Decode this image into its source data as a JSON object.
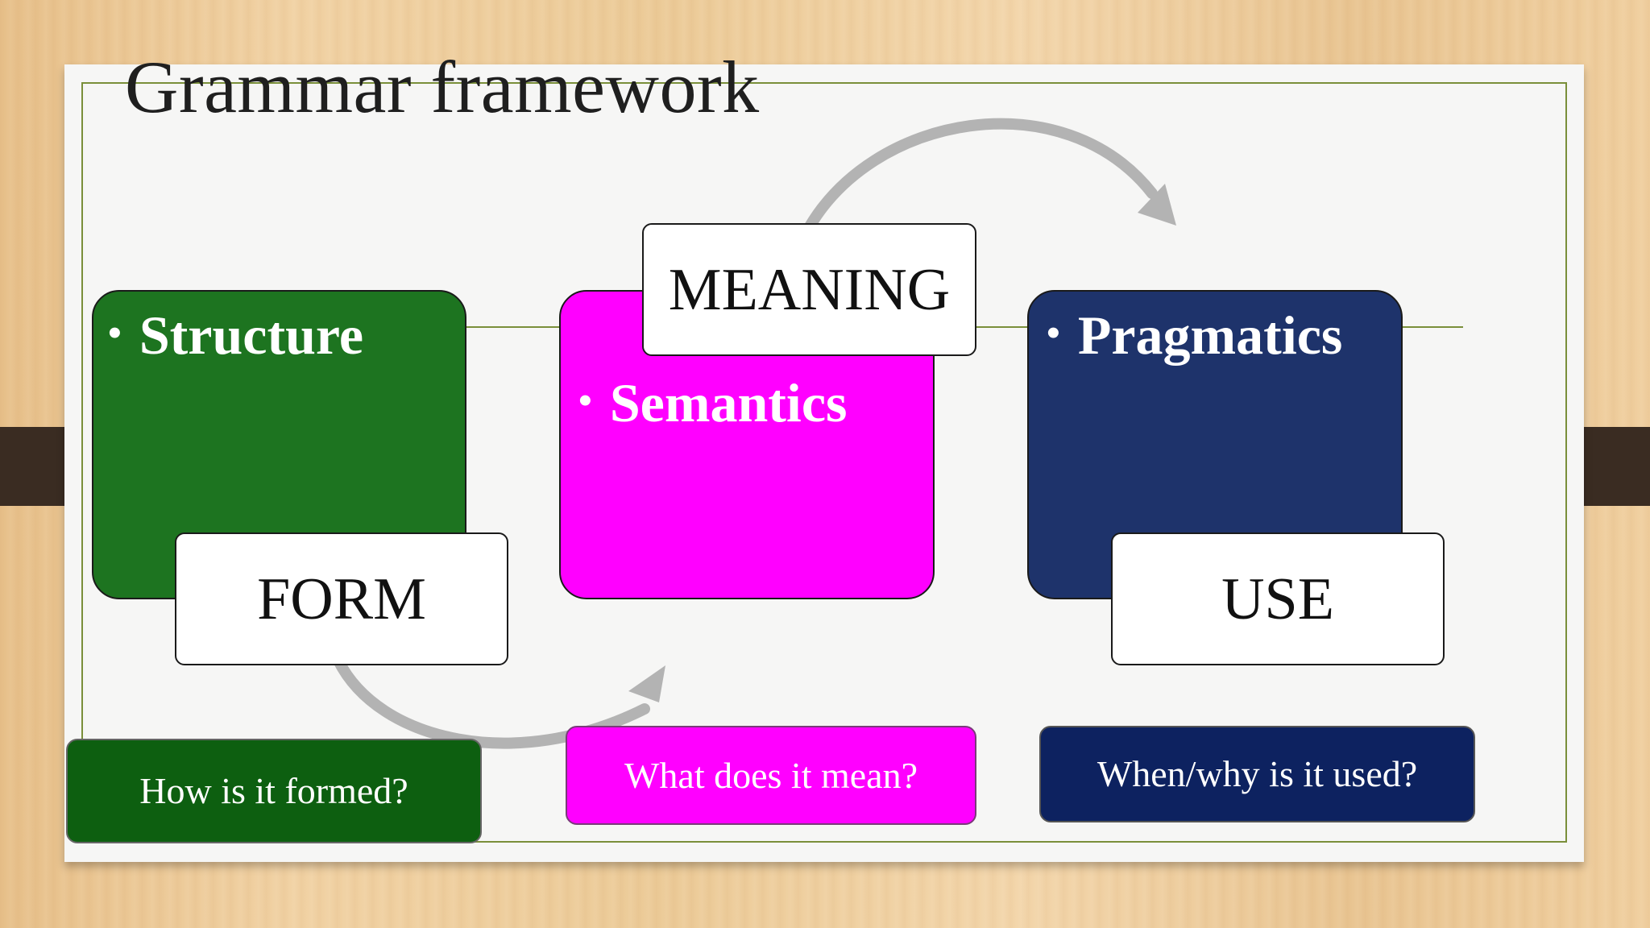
{
  "slide": {
    "title": "Grammar framework"
  },
  "columns": [
    {
      "bullet": "Structure",
      "tag": "FORM",
      "question": "How is it formed?",
      "card_color": "#1d7420",
      "question_color": "#0d5f10"
    },
    {
      "bullet": "Semantics",
      "tag": "MEANING",
      "question": "What does it mean?",
      "card_color": "#ff00ff",
      "question_color": "#ff00ff"
    },
    {
      "bullet": "Pragmatics",
      "tag": "USE",
      "question": "When/why is it used?",
      "card_color": "#1e336b",
      "question_color": "#0d2260"
    }
  ],
  "bullet_symbol": "•",
  "colors": {
    "slide_background": "#f6f6f5",
    "frame_line": "#7a8f3a",
    "arrow": "#b3b3b3",
    "wood": "#eccb98"
  }
}
